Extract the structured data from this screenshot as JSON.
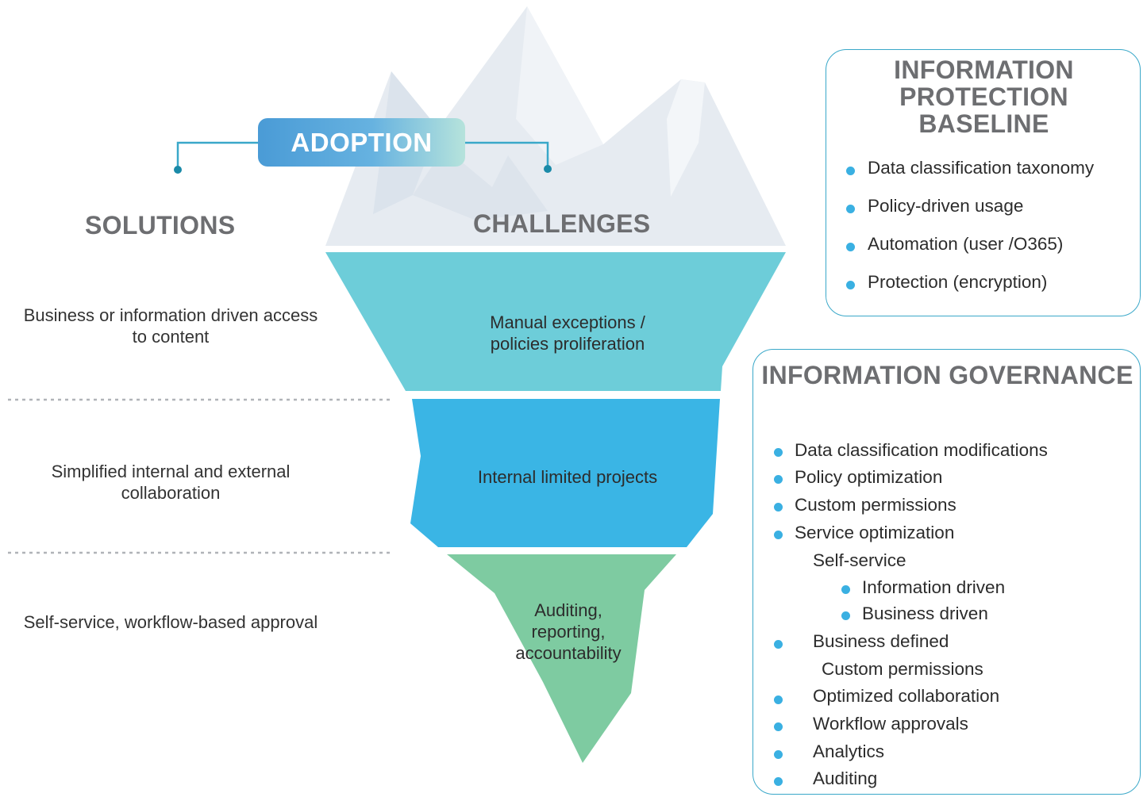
{
  "adoption": {
    "label": "ADOPTION"
  },
  "headers": {
    "solutions": "SOLUTIONS",
    "challenges": "CHALLENGES"
  },
  "solutions": [
    "Business or information driven access to content",
    "Simplified internal and external collaboration",
    "Self-service, workflow-based approval"
  ],
  "challenges": [
    "Manual exceptions / policies proliferation",
    "Internal limited projects",
    "Auditing, reporting, accountability"
  ],
  "baseline": {
    "title_lines": [
      "INFORMATION",
      "PROTECTION",
      "BASELINE"
    ],
    "items": [
      "Data classification taxonomy",
      "Policy-driven usage",
      "Automation (user /O365)",
      "Protection (encryption)"
    ]
  },
  "governance": {
    "title": "INFORMATION GOVERNANCE",
    "items": [
      "Data classification modifications",
      "Policy optimization",
      "Custom permissions",
      "Service optimization",
      "Self-service",
      "Information driven",
      "Business driven",
      "Business defined",
      "Custom permissions",
      "Optimized collaboration",
      "Workflow approvals",
      "Analytics",
      "Auditing"
    ]
  },
  "colors": {
    "mountain": "#e6ebf1",
    "mountain_shade": "#d6dee8",
    "layer1": "#6dcdd9",
    "layer2": "#3ab5e5",
    "layer3": "#7ecba1",
    "accent": "#3aa8c9",
    "dot": "#3ab0e2"
  }
}
